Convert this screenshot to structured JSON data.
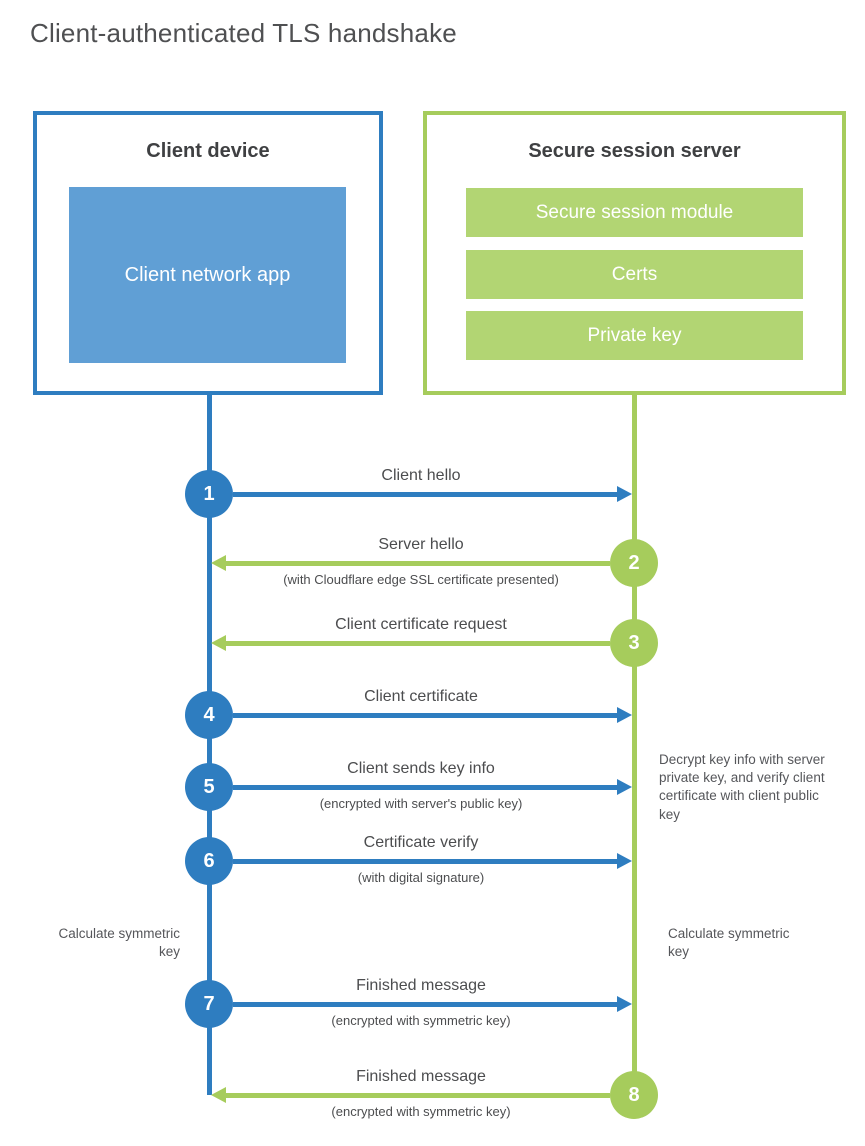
{
  "title": "Client-authenticated TLS handshake",
  "colors": {
    "blue": "#2e7dc0",
    "blue_light": "#609fd5",
    "green": "#a6cc5c",
    "green_light": "#b2d573",
    "text_dark": "#3f4042",
    "text_gray": "#4c4d4f"
  },
  "client_box": {
    "title": "Client device",
    "module": "Client network app"
  },
  "server_box": {
    "title": "Secure session server",
    "modules": [
      "Secure session module",
      "Certs",
      "Private key"
    ]
  },
  "steps": [
    {
      "num": "1",
      "from": "client",
      "direction": "right",
      "label": "Client hello",
      "sub": ""
    },
    {
      "num": "2",
      "from": "server",
      "direction": "left",
      "label": "Server hello",
      "sub": "(with Cloudflare edge SSL certificate presented)"
    },
    {
      "num": "3",
      "from": "server",
      "direction": "left",
      "label": "Client certificate request",
      "sub": ""
    },
    {
      "num": "4",
      "from": "client",
      "direction": "right",
      "label": "Client certificate",
      "sub": ""
    },
    {
      "num": "5",
      "from": "client",
      "direction": "right",
      "label": "Client sends key info",
      "sub": "(encrypted with server's public key)"
    },
    {
      "num": "6",
      "from": "client",
      "direction": "right",
      "label": "Certificate verify",
      "sub": "(with digital signature)"
    },
    {
      "num": "7",
      "from": "client",
      "direction": "right",
      "label": "Finished message",
      "sub": "(encrypted with symmetric key)"
    },
    {
      "num": "8",
      "from": "server",
      "direction": "left",
      "label": "Finished message",
      "sub": "(encrypted with symmetric key)"
    }
  ],
  "annotations": {
    "decrypt_note": "Decrypt key info with server private key, and verify client certificate with client public key",
    "calc_left": "Calculate symmetric key",
    "calc_right": "Calculate symmetric key"
  }
}
